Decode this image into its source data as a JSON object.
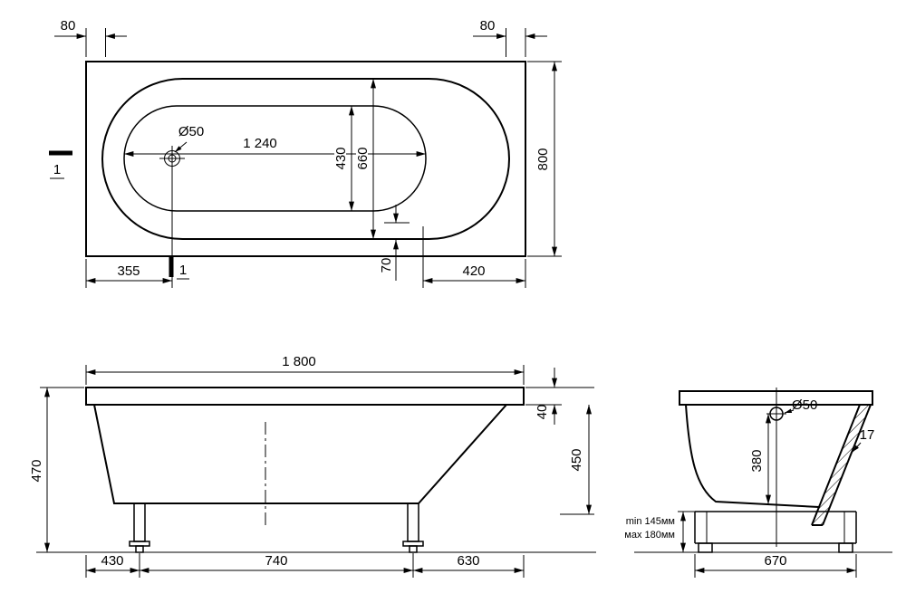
{
  "top_view": {
    "offset_left": "80",
    "offset_right": "80",
    "overall_width": "800",
    "basin_length": "1 240",
    "basin_width": "430",
    "rim_width": "660",
    "drain_diameter": "Ø50",
    "drain_offset": "355",
    "end_offset": "420",
    "rim_gap": "70",
    "section_left": "1",
    "section_bottom": "1"
  },
  "front_view": {
    "overall_length": "1 800",
    "overall_height": "470",
    "rim_height": "40",
    "body_depth": "450",
    "leg_offset_left": "430",
    "leg_spacing": "740",
    "leg_offset_right": "630"
  },
  "side_view": {
    "overflow_diameter": "Ø50",
    "wall_thickness": "17",
    "overflow_height": "380",
    "legs_min": "min 145мм",
    "legs_max": "мах 180мм",
    "base_width": "670"
  }
}
